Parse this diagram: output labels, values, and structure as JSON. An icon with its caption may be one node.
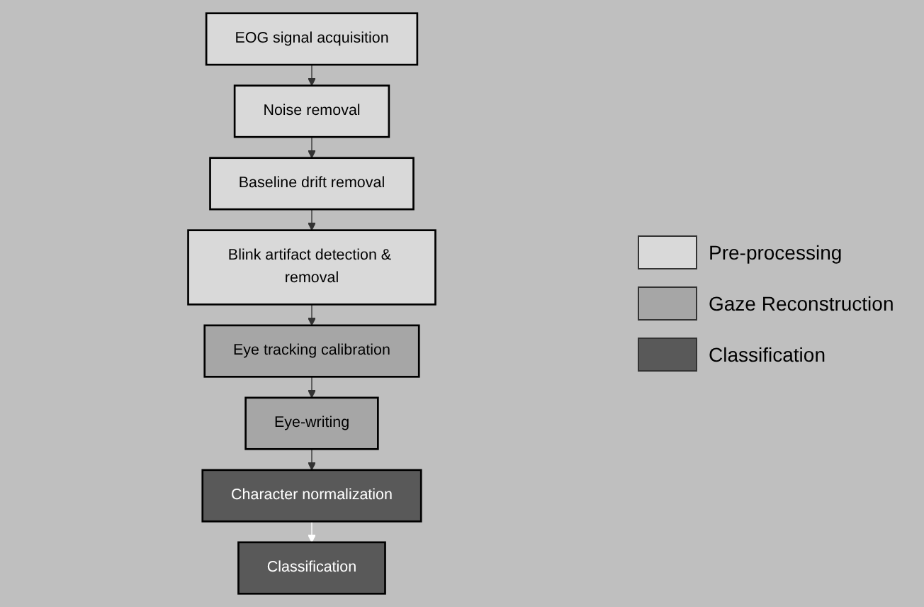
{
  "diagram": {
    "nodes": [
      {
        "text": [
          "EOG signal acquisition"
        ]
      },
      {
        "text": [
          "Noise removal"
        ]
      },
      {
        "text": [
          "Baseline drift removal"
        ]
      },
      {
        "text": [
          "Blink artifact detection & removal"
        ]
      },
      {
        "text": [
          "Eye tracking calibration"
        ]
      },
      {
        "text": [
          "Eye-writing"
        ]
      },
      {
        "text": [
          "Character normalization"
        ]
      },
      {
        "text": [
          "Classification"
        ]
      }
    ],
    "edges": [
      {
        "from": 0,
        "to": 1,
        "arrow": "to"
      },
      {
        "from": 1,
        "to": 2,
        "arrow": "to"
      },
      {
        "from": 2,
        "to": 3,
        "arrow": "to"
      },
      {
        "from": 3,
        "to": 4,
        "arrow": "to"
      },
      {
        "from": 4,
        "to": 5,
        "arrow": "to"
      },
      {
        "from": 5,
        "to": 6,
        "arrow": "to"
      },
      {
        "from": 6,
        "to": 7,
        "arrow": "to",
        "color": "#ffffff"
      }
    ],
    "legend": [
      {
        "text": "Pre-processing",
        "color": "#d9d9d9"
      },
      {
        "text": "Gaze Reconstruction",
        "color": "#a6a6a6"
      },
      {
        "text": "Classification",
        "color": "#595959"
      }
    ]
  }
}
